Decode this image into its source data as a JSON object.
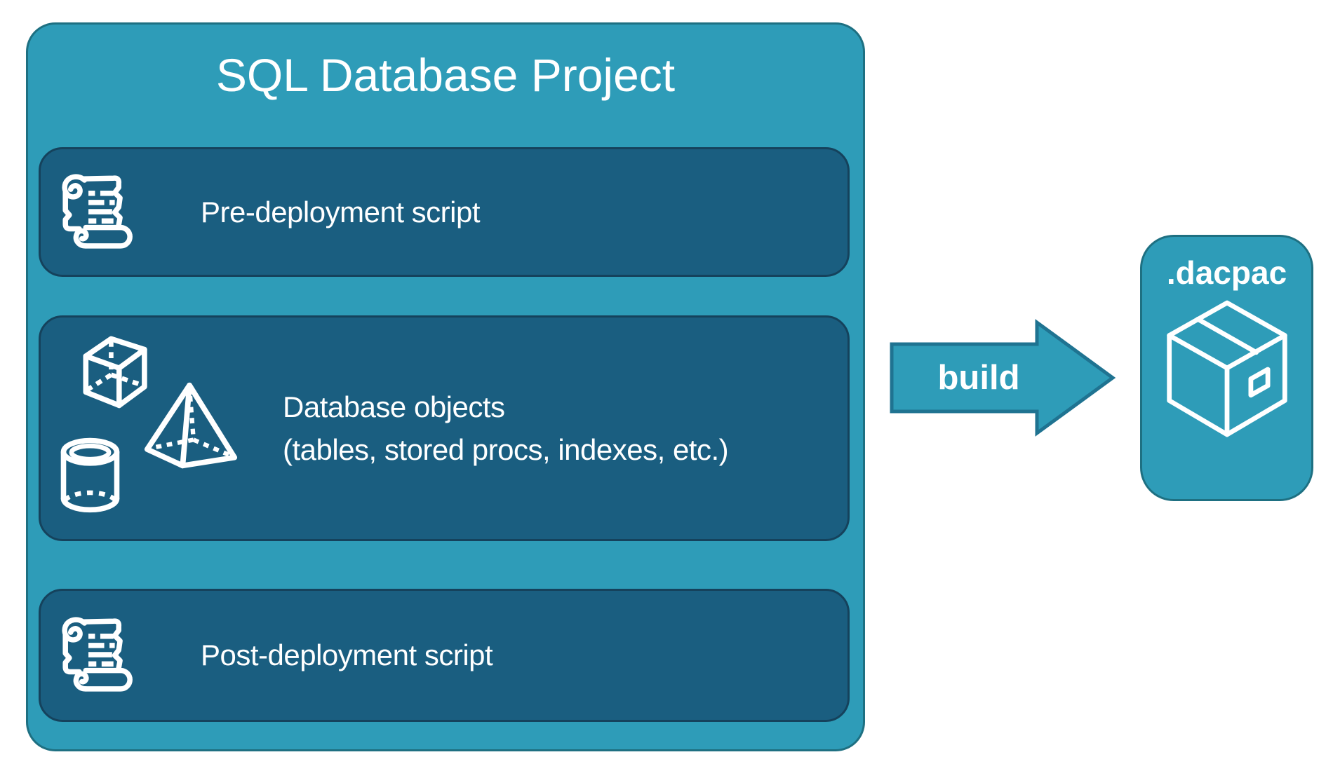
{
  "project": {
    "title": "SQL Database Project",
    "rows": [
      {
        "label": "Pre-deployment script",
        "icon": "scroll-icon"
      },
      {
        "line1": "Database objects",
        "line2": "(tables, stored procs, indexes, etc.)",
        "icons": [
          "cube-icon",
          "pyramid-icon",
          "cylinder-icon"
        ]
      },
      {
        "label": "Post-deployment script",
        "icon": "scroll-icon"
      }
    ]
  },
  "arrow": {
    "label": "build",
    "direction": "right"
  },
  "output": {
    "label": ".dacpac",
    "icon": "package-icon"
  },
  "colors": {
    "background": "#ffffff",
    "container_fill": "#2E9CB8",
    "container_border": "#1E7082",
    "inner_box_fill": "#1A5E80",
    "inner_box_border": "#15425C",
    "arrow_fill": "#2E9CB8",
    "arrow_border": "#1F7391",
    "text": "#ffffff"
  }
}
